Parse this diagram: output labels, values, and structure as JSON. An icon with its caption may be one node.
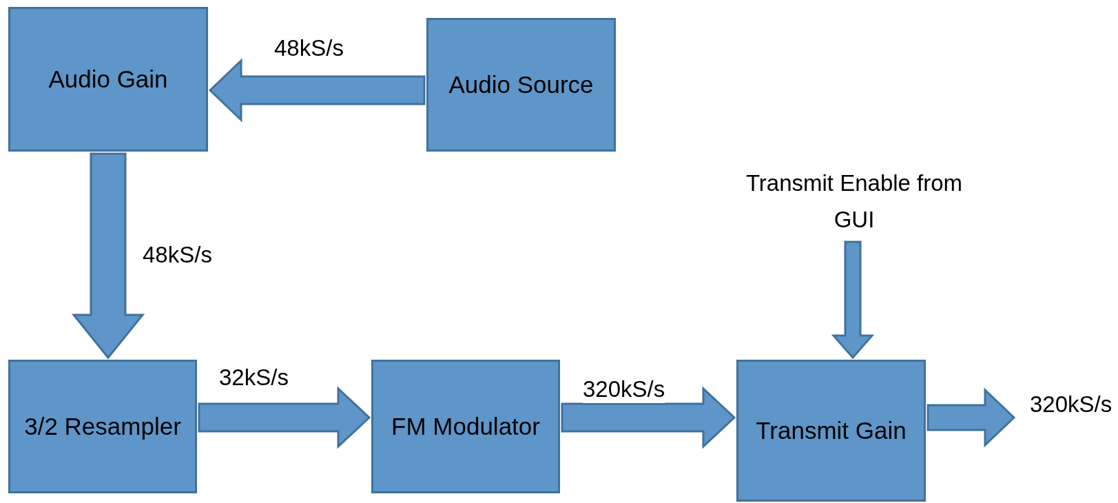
{
  "diagram": {
    "nodes": [
      {
        "text": [
          "Audio Gain"
        ]
      },
      {
        "text": [
          "Audio Source"
        ]
      },
      {
        "text": [
          "3/2 Resampler"
        ]
      },
      {
        "text": [
          "FM Modulator"
        ]
      },
      {
        "text": [
          "Transmit Enable from GUI"
        ]
      },
      {
        "text": [
          "Transmit Gain"
        ]
      }
    ],
    "edges": [
      {
        "from": 1,
        "to": 0,
        "arrow": "to",
        "label": "48kS/s"
      },
      {
        "from": 0,
        "to": 2,
        "arrow": "to",
        "label": "48kS/s"
      },
      {
        "from": 2,
        "to": 3,
        "arrow": "to",
        "label": "32kS/s"
      },
      {
        "from": 3,
        "to": 5,
        "arrow": "to",
        "label": "320kS/s"
      },
      {
        "from": 4,
        "to": 5,
        "arrow": "to"
      },
      {
        "from": 5,
        "to": null,
        "arrow": "to",
        "label": "320kS/s"
      }
    ]
  }
}
